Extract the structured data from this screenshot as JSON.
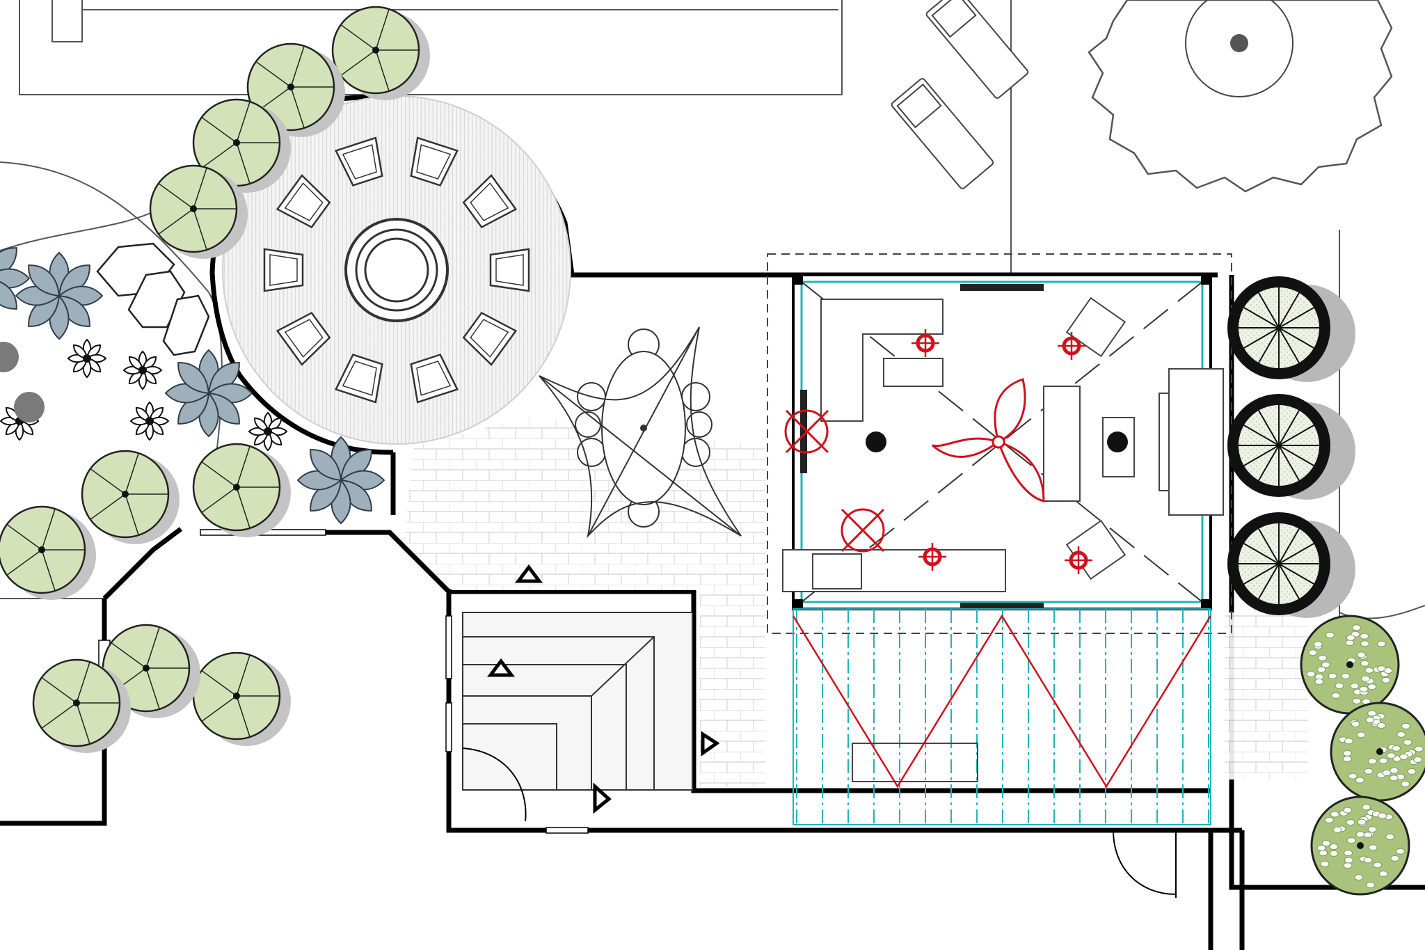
{
  "drawing": {
    "type": "landscape-site-plan",
    "view": "top-down",
    "labels": []
  },
  "colors": {
    "background": "#ffffff",
    "linework": "#2a2a2a",
    "wall": "#000000",
    "paving_pattern": "#d6d6d6",
    "paving_fill": "#f4f4f4",
    "shrub_fill": "#d3e2b8",
    "shrub_shadow": "#c4c4c4",
    "agave_fill": "#9fb0bd",
    "agave_stroke": "#2f3b47",
    "cypress_fill": "#cad9b6",
    "flowering_fill": "#a9c27c",
    "lighting_red": "#d0101c",
    "shade_cyan": "#1fb5b8",
    "gray_dot": "#7a7a7a"
  },
  "elements": {
    "fire_pit_patio": {
      "shape": "circle",
      "chairs": 10
    },
    "dining_table": {
      "chairs": 8,
      "shade_sail": true
    },
    "pergola": {
      "shade_slats": true
    },
    "ceiling_fan": {
      "blades": 3
    },
    "downlights": 4,
    "tree_canopy": "large-tree",
    "shrubs_round": 10,
    "agave_plants": 4,
    "small_succulents": 5,
    "cypress": 3,
    "flowering_shrubs": 3,
    "lounge_chairs": 2
  }
}
